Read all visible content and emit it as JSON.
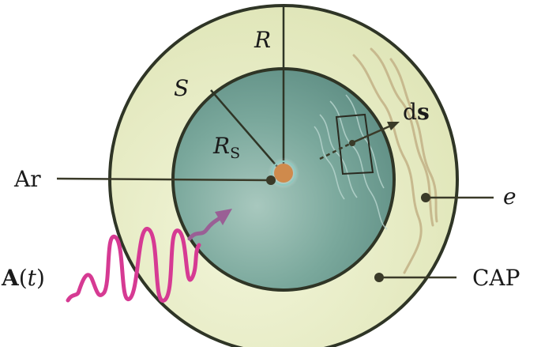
{
  "labels": {
    "R": "R",
    "S": "S",
    "R_S_main": "R",
    "R_S_sub": "S",
    "ds_d": "d",
    "ds_s": "s",
    "Ar": "Ar",
    "e": "e",
    "CAP": "CAP",
    "A_bold": "A",
    "A_open": "(",
    "A_t": "t",
    "A_close": ")"
  },
  "colors": {
    "outer_shell": "#e6ebc3",
    "outer_stroke": "#2f3526",
    "inner_sphere": "#6e9e93",
    "inner_highlight": "#a9c9bf",
    "nucleus": "#d08a4a",
    "laser": "#d63a93",
    "arrow_purple": "#9a5f95",
    "electron_wave": "#c9b98a",
    "line": "#3a3a28"
  }
}
